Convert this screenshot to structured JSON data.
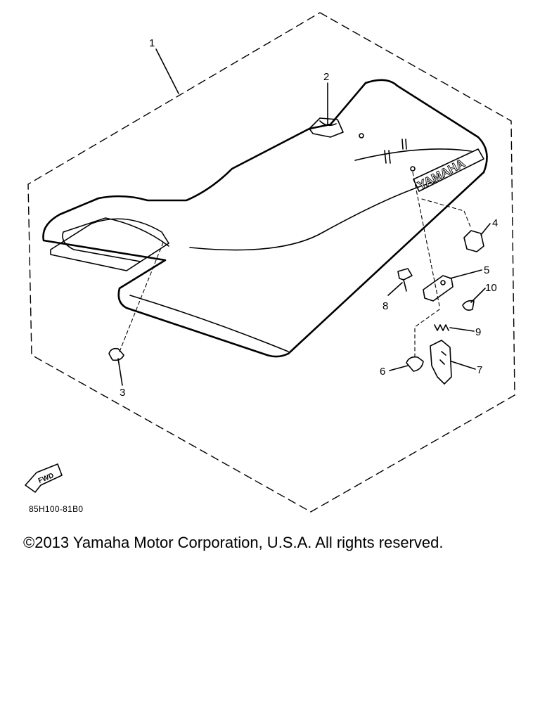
{
  "callouts": [
    "1",
    "2",
    "3",
    "4",
    "5",
    "6",
    "7",
    "8",
    "9",
    "10"
  ],
  "seat_brand": "YAMAHA",
  "fwd_label": "FWD",
  "diagram_code": "85H100-81B0",
  "copyright": "©2013 Yamaha Motor Corporation, U.S.A. All rights reserved."
}
